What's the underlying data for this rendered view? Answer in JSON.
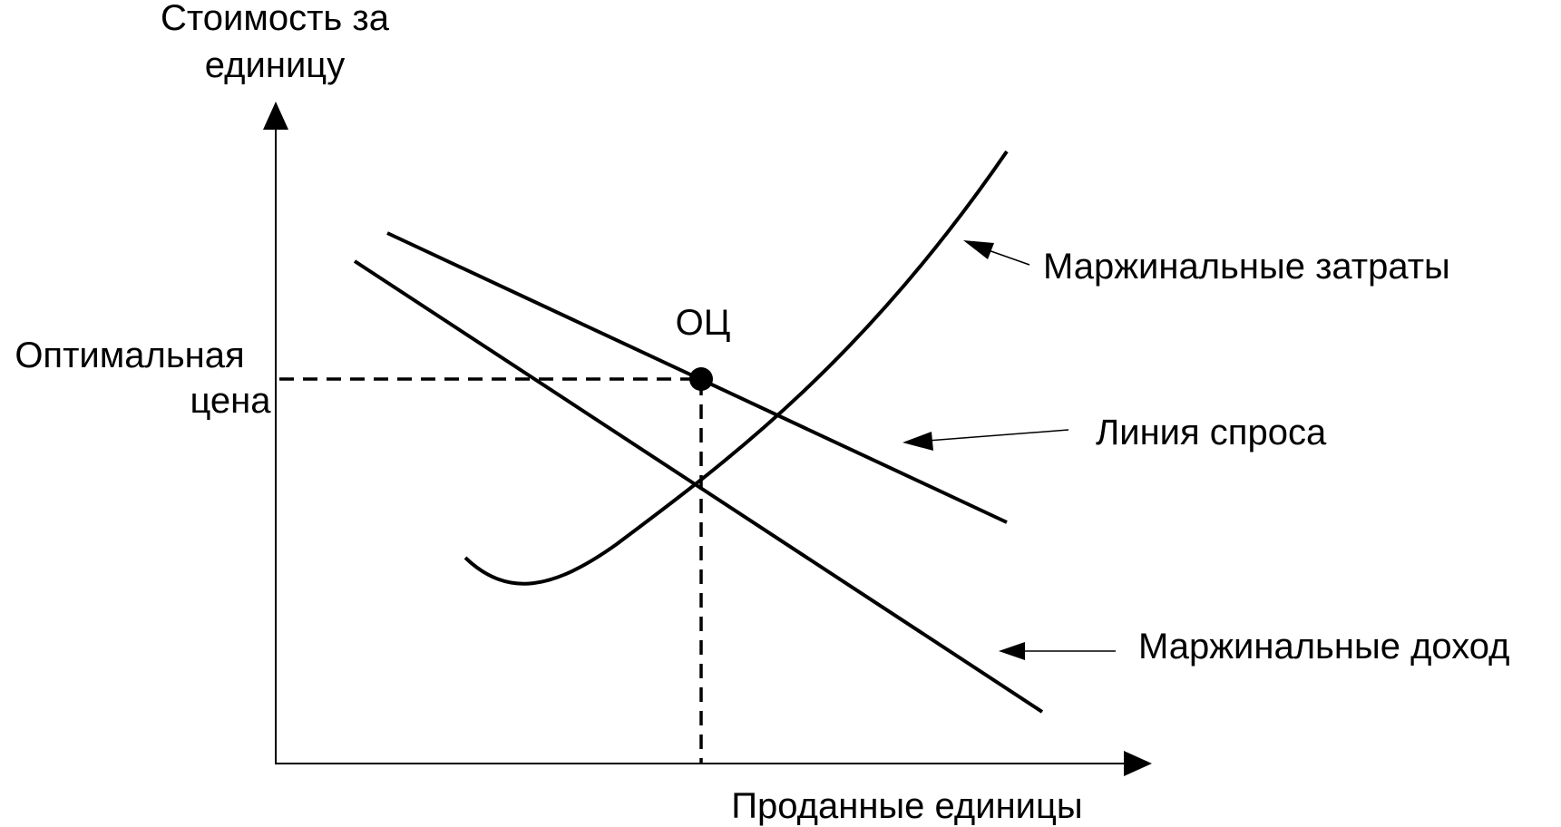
{
  "axes": {
    "y_label_line1": "Стоимость за",
    "y_label_line2": "единицу",
    "x_label": "Проданные единицы"
  },
  "optimal_price": {
    "label_line1": "Оптимальная",
    "label_line2": "цена"
  },
  "point": {
    "label": "ОЦ"
  },
  "legend": {
    "marginal_cost": "Маржинальные затраты",
    "demand_line": "Линия спроса",
    "marginal_revenue": "Маржинальные доход"
  },
  "colors": {
    "ink": "#000000",
    "background": "#ffffff"
  }
}
